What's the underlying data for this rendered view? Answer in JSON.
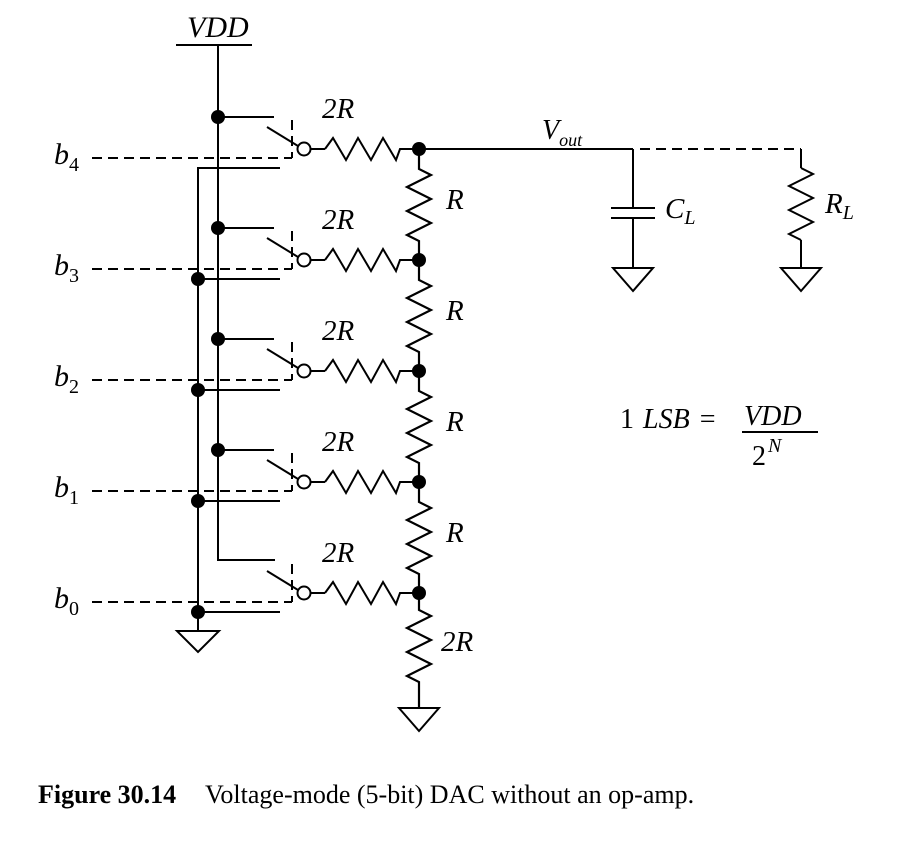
{
  "supply": {
    "vdd_label": "VDD"
  },
  "bits": [
    {
      "base": "b",
      "sub": "4"
    },
    {
      "base": "b",
      "sub": "3"
    },
    {
      "base": "b",
      "sub": "2"
    },
    {
      "base": "b",
      "sub": "1"
    },
    {
      "base": "b",
      "sub": "0"
    }
  ],
  "branch_resistors": [
    "2R",
    "2R",
    "2R",
    "2R",
    "2R"
  ],
  "ladder_resistors": [
    "R",
    "R",
    "R",
    "R"
  ],
  "terminating_resistor": "2R",
  "output": {
    "vout_base": "V",
    "vout_sub": "out"
  },
  "loads": {
    "cap_base": "C",
    "cap_sub": "L",
    "res_base": "R",
    "res_sub": "L"
  },
  "equation": {
    "coefficient": "1",
    "unit": "LSB",
    "equals": "=",
    "numerator": "VDD",
    "denominator_base": "2",
    "denominator_exponent": "N"
  },
  "caption": {
    "label": "Figure 30.14",
    "text": "Voltage-mode (5-bit) DAC without an op-amp."
  }
}
